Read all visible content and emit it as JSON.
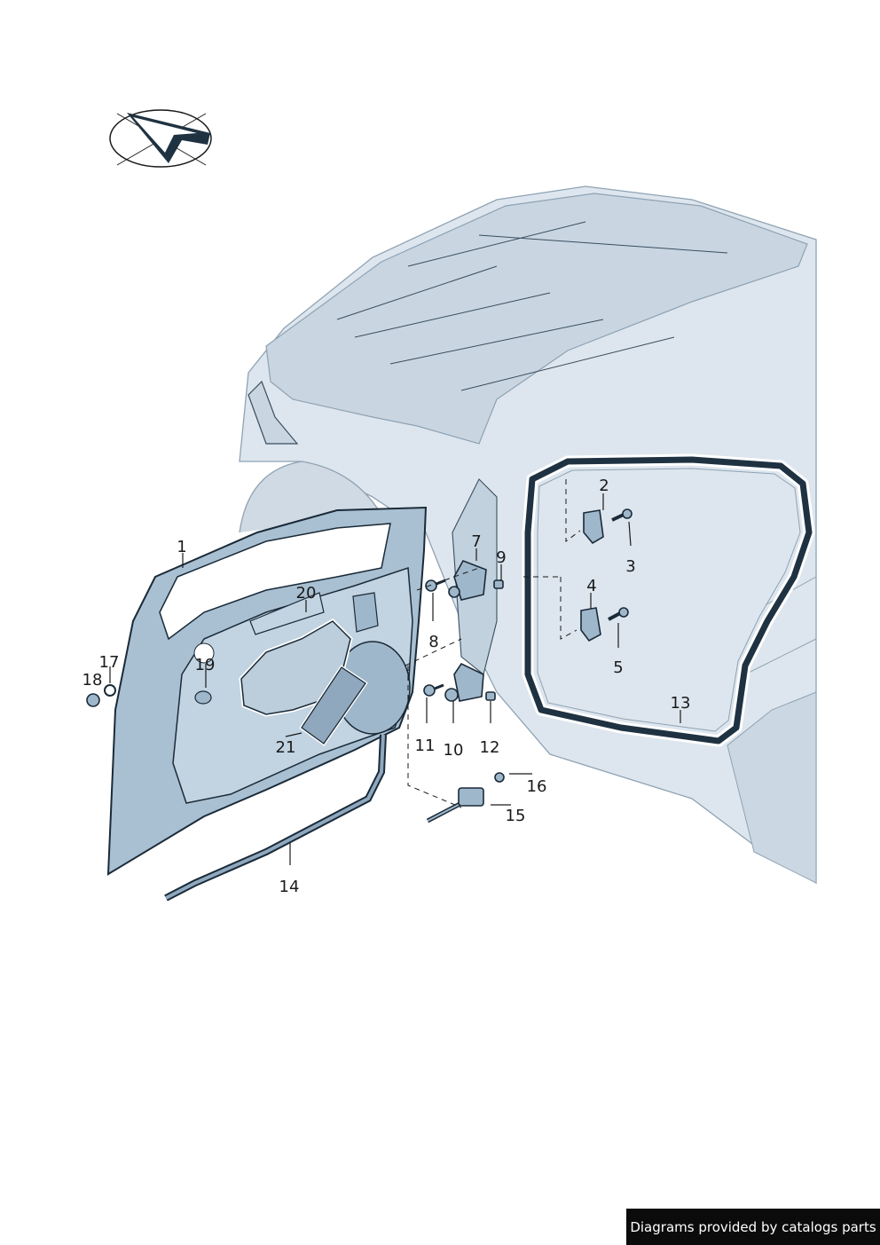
{
  "footer": {
    "text": "Diagrams provided by catalogs parts"
  },
  "icons": {
    "orientation": "direction-arrow-icon"
  },
  "callouts": {
    "c1": "1",
    "c2": "2",
    "c3": "3",
    "c4": "4",
    "c5": "5",
    "c7": "7",
    "c8": "8",
    "c9": "9",
    "c10": "10",
    "c11": "11",
    "c12": "12",
    "c13": "13",
    "c14": "14",
    "c15": "15",
    "c16": "16",
    "c17": "17",
    "c18": "18",
    "c19": "19",
    "c20": "20",
    "c21": "21"
  }
}
